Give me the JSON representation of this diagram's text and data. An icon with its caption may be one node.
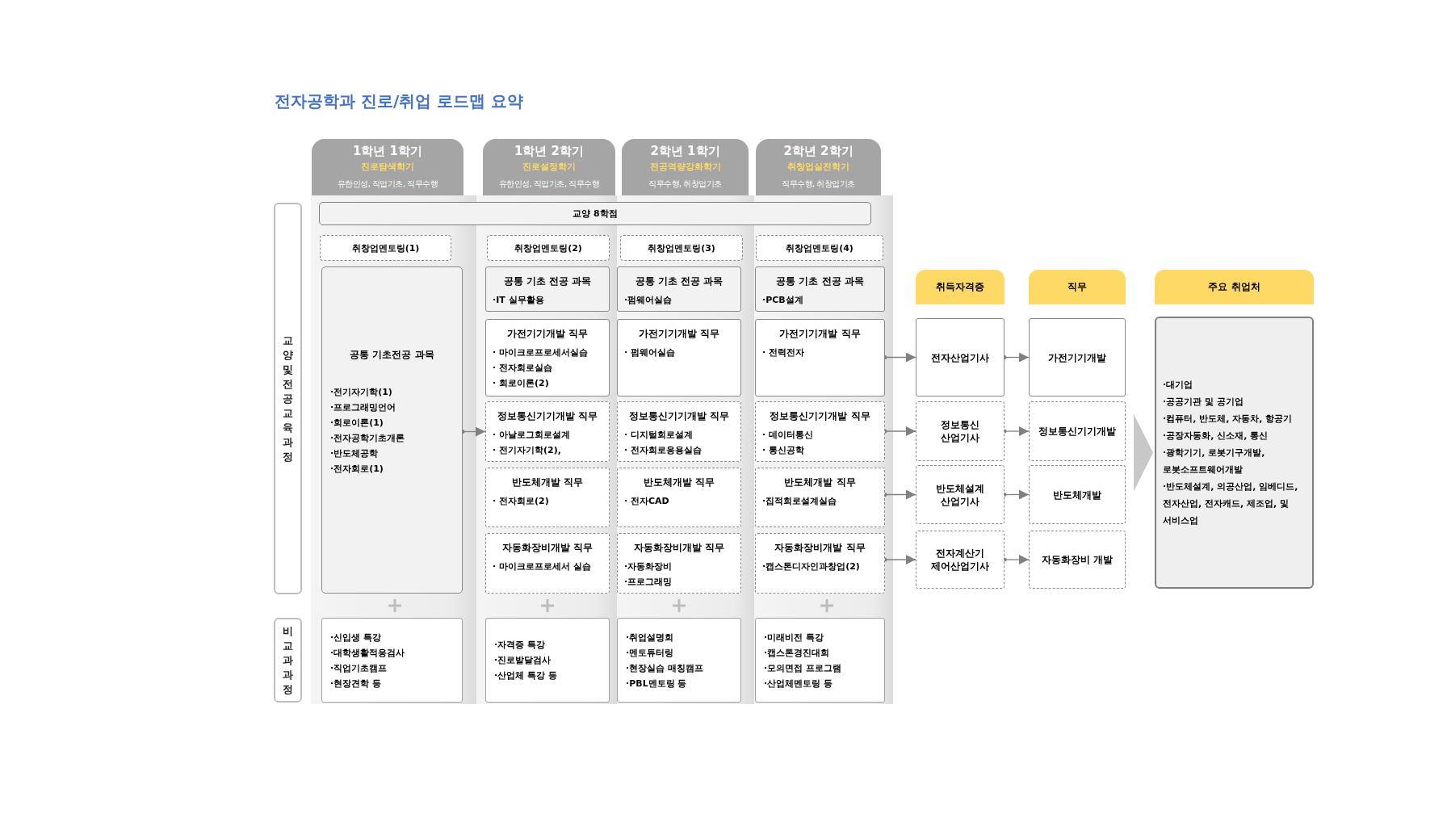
{
  "diagram": {
    "title": "전자공학과 진로/취업 로드맵 요약",
    "nodes": [
      {
        "text": [
          "1학년 1학기",
          "진로탐색학기",
          "유한인성, 직업기초, 직무수행"
        ]
      },
      {
        "text": [
          "1학년 2학기",
          "진로설정학기",
          "유한인성, 직업기초, 직무수행"
        ]
      },
      {
        "text": [
          "2학년 1학기",
          "전공역량강화학기",
          "직무수행, 취창업기초"
        ]
      },
      {
        "text": [
          "2학년 2학기",
          "취창업실전학기",
          "직무수행, 취창업기초"
        ]
      },
      {
        "text": [
          "교양 및 전공 교육과정"
        ]
      },
      {
        "text": [
          "비교과 과정"
        ]
      },
      {
        "text": [
          "교양 8학점"
        ]
      },
      {
        "text": [
          "취창업멘토링(1)"
        ]
      },
      {
        "text": [
          "취창업멘토링(2)"
        ]
      },
      {
        "text": [
          "취창업멘토링(3)"
        ]
      },
      {
        "text": [
          "취창업멘토링(4)"
        ]
      },
      {
        "text": [
          "공통 기초전공 과목",
          "·전기자기학(1)",
          "·프로그래밍언어",
          "·회로이론(1)",
          "·전자공학기초개론",
          "·반도체공학",
          "·전자회로(1)"
        ]
      },
      {
        "text": [
          "공통 기초 전공 과목",
          "·IT 실무활용"
        ]
      },
      {
        "text": [
          "가전기기개발 직무",
          "· 마이크로프로세서실습",
          "· 전자회로실습",
          "· 회로이론(2)"
        ]
      },
      {
        "text": [
          "정보통신기기개발 직무",
          "· 아날로그회로설계",
          "· 전기자기학(2),"
        ]
      },
      {
        "text": [
          "반도체개발 직무",
          "· 전자회로(2)"
        ]
      },
      {
        "text": [
          "자동화장비개발 직무",
          "· 마이크로프로세서 실습"
        ]
      },
      {
        "text": [
          "공통 기초 전공 과목",
          "·펌웨어실습"
        ]
      },
      {
        "text": [
          "가전기기개발 직무",
          "· 펌웨어실습"
        ]
      },
      {
        "text": [
          "정보통신기기개발 직무",
          "· 디지털회로설계",
          "· 전자회로응용실습"
        ]
      },
      {
        "text": [
          "반도체개발 직무",
          "· 전자CAD"
        ]
      },
      {
        "text": [
          "자동화장비개발 직무",
          "·자동화장비",
          "·프로그래밍"
        ]
      },
      {
        "text": [
          "공통 기초 전공 과목",
          "·PCB설계"
        ]
      },
      {
        "text": [
          "가전기기개발 직무",
          "· 전력전자"
        ]
      },
      {
        "text": [
          "정보통신기기개발 직무",
          "· 데이터통신",
          "· 통신공학"
        ]
      },
      {
        "text": [
          "반도체개발 직무",
          "·집적회로설계실습"
        ]
      },
      {
        "text": [
          "자동화장비개발 직무",
          "·캡스톤디자인과창업(2)"
        ]
      },
      {
        "text": [
          "·신입생 특강",
          "·대학생활적응검사",
          "·직업기초캠프",
          "·현장견학 등"
        ]
      },
      {
        "text": [
          "·자격증 특강",
          "·진로발달검사",
          "·산업체 특강 등"
        ]
      },
      {
        "text": [
          "·취업설명회",
          "·멘토튜터링",
          "·현장실습 매칭캠프",
          "·PBL멘토링 등"
        ]
      },
      {
        "text": [
          "·미래비전 특강",
          "·캡스톤경진대회",
          "·모의면접 프로그램",
          "·산업체멘토링 등"
        ]
      },
      {
        "text": [
          "취득자격증"
        ]
      },
      {
        "text": [
          "직무"
        ]
      },
      {
        "text": [
          "주요 취업처"
        ]
      },
      {
        "text": [
          "전자산업기사"
        ]
      },
      {
        "text": [
          "정보통신 산업기사"
        ]
      },
      {
        "text": [
          "반도체설계 산업기사"
        ]
      },
      {
        "text": [
          "전자계산기 제어산업기사"
        ]
      },
      {
        "text": [
          "가전기기개발"
        ]
      },
      {
        "text": [
          "정보통신기기개발"
        ]
      },
      {
        "text": [
          "반도체개발"
        ]
      },
      {
        "text": [
          "자동화장비 개발"
        ]
      },
      {
        "text": [
          "·대기업",
          "·공공기관 및 공기업",
          "·컴퓨터, 반도체, 자동차, 항공기",
          "·공장자동화, 신소재, 통신",
          "·광학기기, 로봇기구개발, 로봇소프트웨어개발",
          "·반도체설계, 의공산업, 임베디드, 전자산업, 전자캐드, 제조업, 및 서비스업"
        ]
      }
    ],
    "edges": [
      {
        "from": 11,
        "to": 14,
        "arrow": "to"
      },
      {
        "from": 23,
        "to": 34,
        "arrow": "to"
      },
      {
        "from": 24,
        "to": 35,
        "arrow": "to"
      },
      {
        "from": 25,
        "to": 36,
        "arrow": "to"
      },
      {
        "from": 26,
        "to": 37,
        "arrow": "to"
      },
      {
        "from": 34,
        "to": 38,
        "arrow": "to"
      },
      {
        "from": 35,
        "to": 39,
        "arrow": "to"
      },
      {
        "from": 36,
        "to": 40,
        "arrow": "to"
      },
      {
        "from": 37,
        "to": 41,
        "arrow": "to"
      },
      {
        "from": null,
        "to": 42,
        "arrow": "to"
      }
    ]
  }
}
